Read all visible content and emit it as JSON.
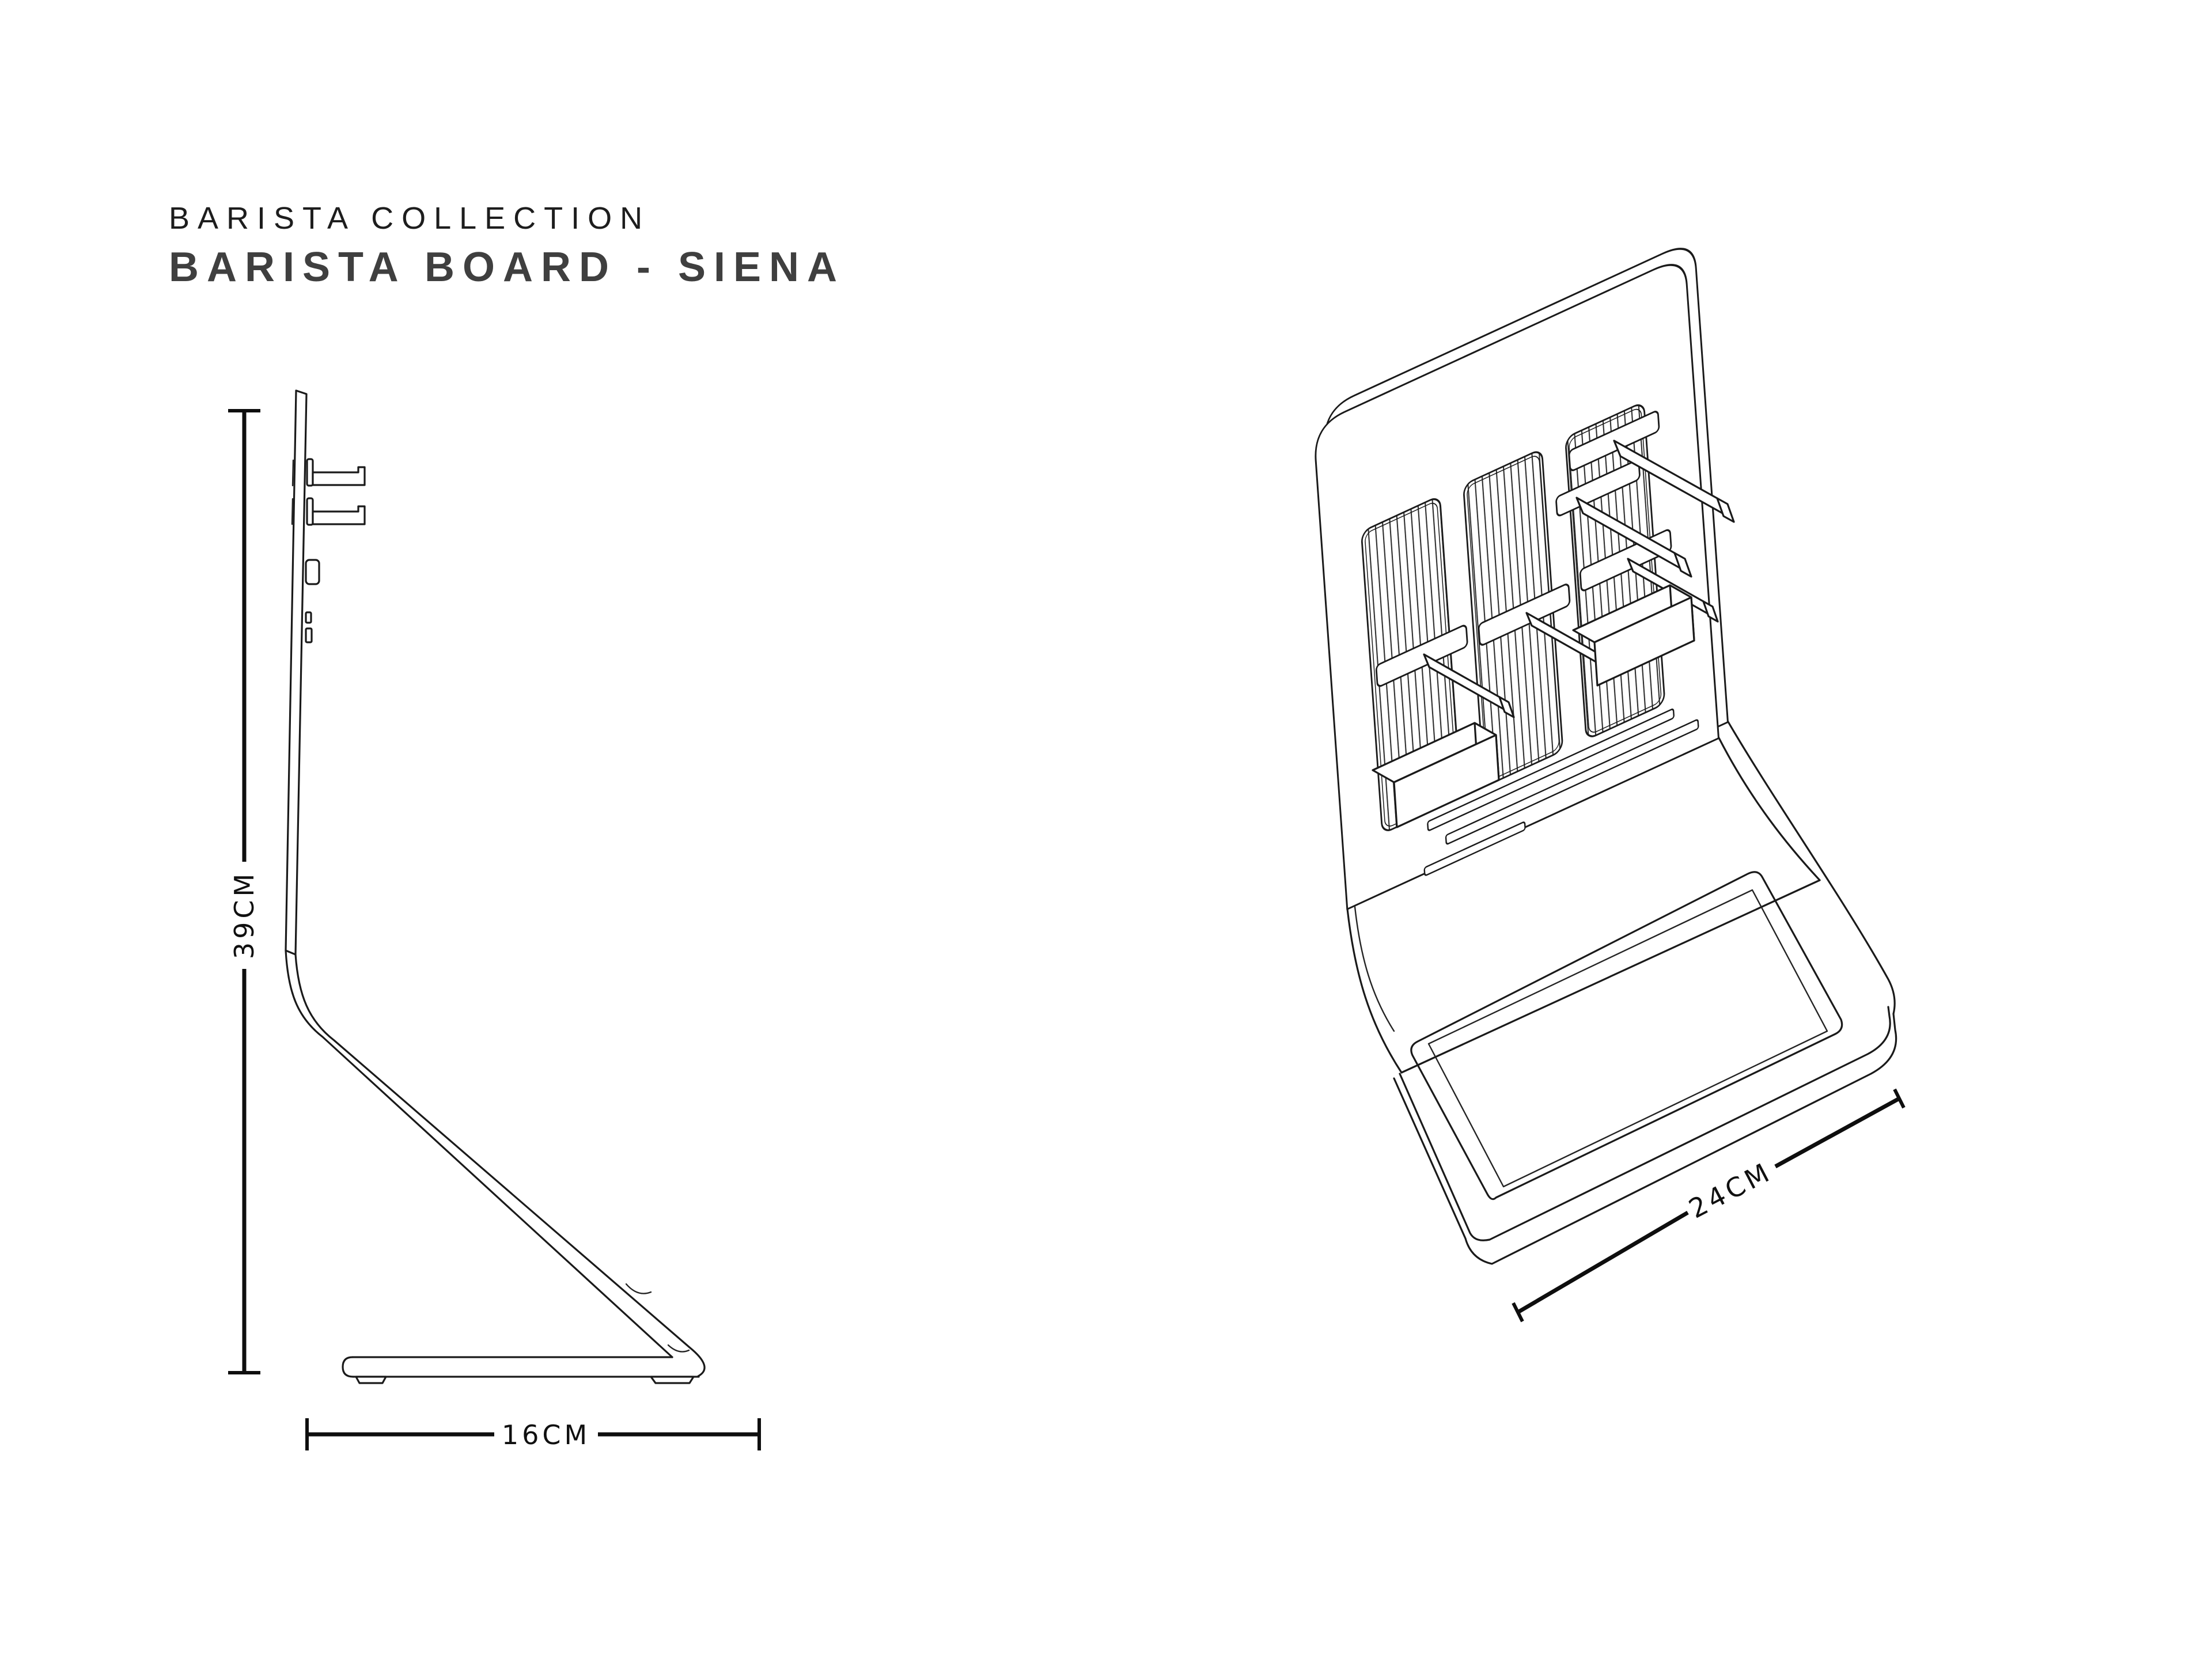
{
  "title": {
    "collection": "BARISTA COLLECTION",
    "product": "BARISTA BOARD - SIENA"
  },
  "views": {
    "side": {
      "height_label": "39CM",
      "depth_label": "16CM"
    },
    "isometric": {
      "width_label": "24CM"
    }
  },
  "colors": {
    "background": "#ffffff",
    "line": "#1a1a1a",
    "dimension": "#0e0e0e",
    "title_primary": "#1d1d1d",
    "title_secondary": "#3f3f3f"
  }
}
